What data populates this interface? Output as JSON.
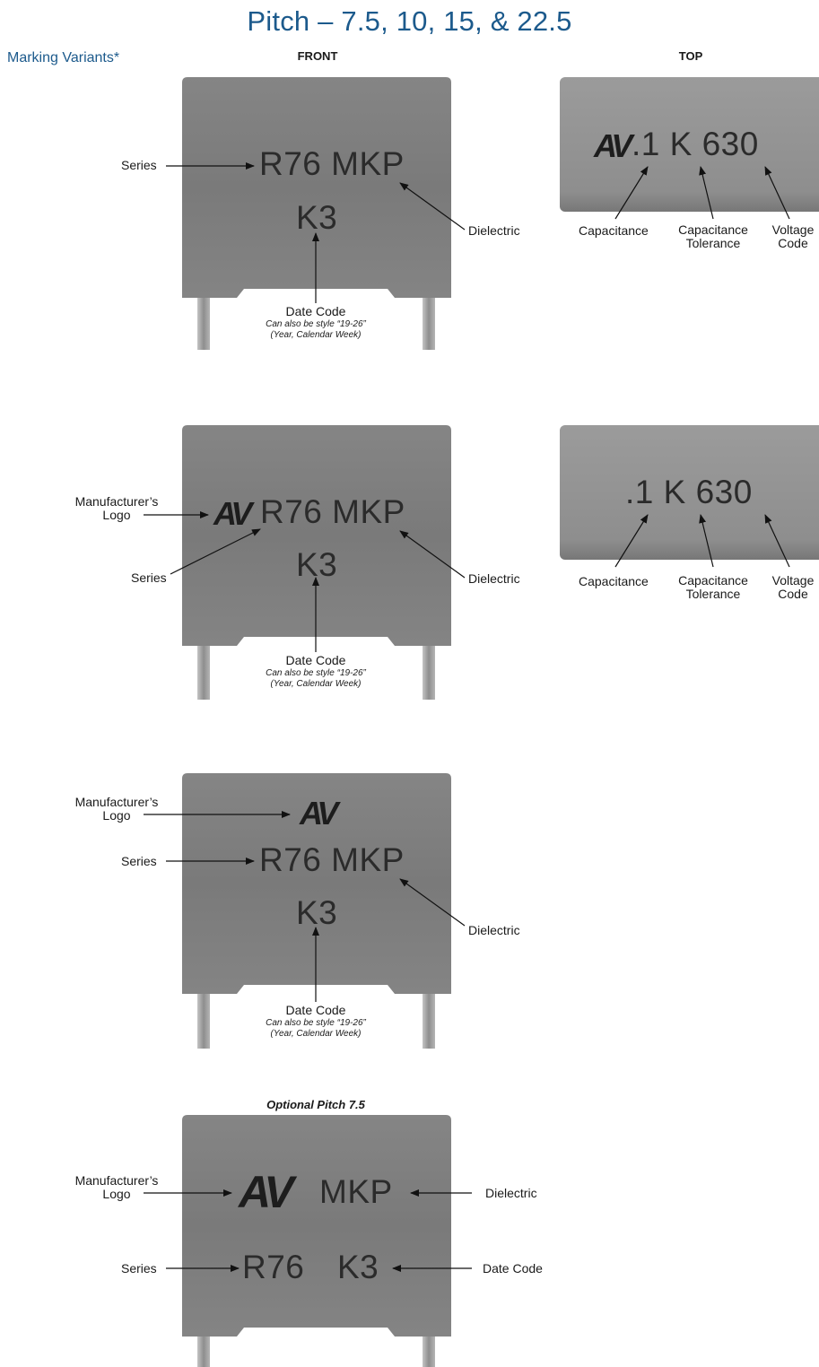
{
  "page": {
    "title": "Pitch – 7.5, 10, 15, & 22.5",
    "subtitle": "Marking Variants*",
    "front_header": "FRONT",
    "top_header": "TOP",
    "optional_header": "Optional Pitch 7.5"
  },
  "marking": {
    "logo": "AV",
    "series": "R76",
    "dielectric": "MKP",
    "date_code": "K3",
    "series_dielectric": "R76 MKP",
    "top_with_logo_value": ".1 K 630",
    "top_value": ".1 K 630"
  },
  "labels": {
    "series": "Series",
    "dielectric": "Dielectric",
    "date_code": "Date Code",
    "date_note_1": "Can also be style “19-26”",
    "date_note_2": "(Year, Calendar Week)",
    "manufacturer_1": "Manufacturer’s",
    "manufacturer_2": "Logo",
    "capacitance": "Capacitance",
    "tolerance_1": "Capacitance",
    "tolerance_2": "Tolerance",
    "voltage_1": "Voltage",
    "voltage_2": "Code"
  },
  "colors": {
    "title": "#1c5a8c",
    "body_dark": "#7b7b7b",
    "body_light": "#8f8f8f",
    "lead": "#9a9a9a",
    "top_body": "#929292"
  }
}
